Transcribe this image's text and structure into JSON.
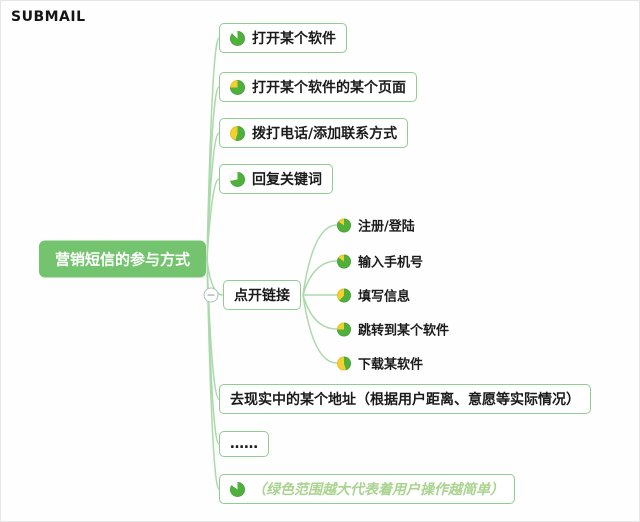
{
  "logo": "SUBMAIL",
  "colors": {
    "node_green": "#74c36e",
    "border_green": "#8fce8f",
    "line_green": "#abd9ab",
    "pie_green": "#4fb13c",
    "pie_yellow": "#f3cf2f",
    "muted_text": "#a9d38f"
  },
  "root": {
    "label": "营销短信的参与方式"
  },
  "collapse_glyph": "−",
  "branches": [
    {
      "label": "打开某个软件",
      "pie": {
        "green": 87,
        "rest": "#ffffff"
      }
    },
    {
      "label": "打开某个软件的某个页面",
      "pie": {
        "green": 75,
        "rest": "#f3cf2f"
      }
    },
    {
      "label": "拨打电话/添加联系方式",
      "pie": {
        "green": 55,
        "rest": "#f3cf2f"
      }
    },
    {
      "label": "回复关键词",
      "pie": {
        "green": 72,
        "rest": "#ffffff"
      }
    },
    {
      "label": "点开链接"
    },
    {
      "label": "去现实中的某个地址（根据用户距离、意愿等实际情况）"
    },
    {
      "label": "……"
    },
    {
      "label": "（绿色范围越大代表着用户操作越简单）",
      "pie": {
        "green": 85,
        "rest": "#ffffff"
      }
    }
  ],
  "subbranches": [
    {
      "label": "注册/登陆",
      "pie": {
        "green": 85,
        "rest": "#f3cf2f"
      }
    },
    {
      "label": "输入手机号",
      "pie": {
        "green": 85,
        "rest": "#f3cf2f"
      }
    },
    {
      "label": "填写信息",
      "pie": {
        "green": 62,
        "rest": "#f3cf2f"
      }
    },
    {
      "label": "跳转到某个软件",
      "pie": {
        "green": 75,
        "rest": "#f3cf2f"
      }
    },
    {
      "label": "下载某软件",
      "pie": {
        "green": 45,
        "rest": "#f3cf2f"
      }
    }
  ]
}
